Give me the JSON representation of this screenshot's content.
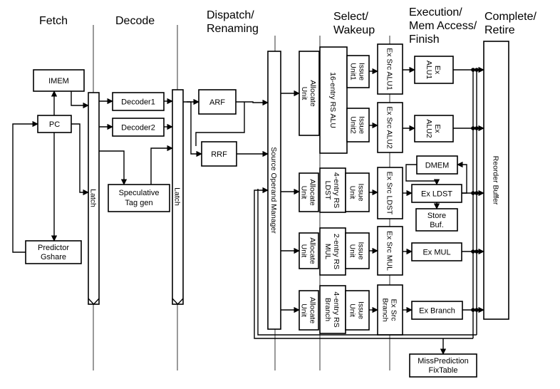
{
  "stages": {
    "fetch": [
      "Fetch"
    ],
    "decode": [
      "Decode"
    ],
    "dispatch": [
      "Dispatch/",
      "Renaming"
    ],
    "select": [
      "Select/",
      "Wakeup"
    ],
    "execution": [
      "Execution/",
      "Mem Access/",
      "Finish"
    ],
    "complete": [
      "Complete/",
      "Retire"
    ]
  },
  "blocks": {
    "imem": [
      "IMEM"
    ],
    "pc": [
      "PC"
    ],
    "predictor": [
      "Predictor",
      "Gshare"
    ],
    "latch1": [
      "Latch"
    ],
    "decoder1": [
      "Decoder1"
    ],
    "decoder2": [
      "Decoder2"
    ],
    "spec_tag": [
      "Speculative",
      "Tag gen"
    ],
    "latch2": [
      "Latch"
    ],
    "arf": [
      "ARF"
    ],
    "rrf": [
      "RRF"
    ],
    "source_operand_manager": [
      "Source Operand Manager"
    ],
    "alloc_alu": [
      "Allocate",
      "Unit"
    ],
    "rs_alu": [
      "16-entry RS ALU"
    ],
    "issue_unit1": [
      "Issue",
      "Unit1"
    ],
    "issue_unit2": [
      "Issue",
      "Unit2"
    ],
    "exsrc_alu1": [
      "Ex Src ALU1"
    ],
    "exsrc_alu2": [
      "Ex Src ALU2"
    ],
    "ex_alu1": [
      "Ex",
      "ALU1"
    ],
    "ex_alu2": [
      "Ex",
      "ALU2"
    ],
    "alloc_ldst": [
      "Allocate",
      "Unit"
    ],
    "rs_ldst": [
      "4-entry RS",
      "LDST"
    ],
    "issue_ldst": [
      "Issue",
      "Unit"
    ],
    "exsrc_ldst": [
      "Ex Src LDST"
    ],
    "dmem": [
      "DMEM"
    ],
    "ex_ldst": [
      "Ex LDST"
    ],
    "store_buf": [
      "Store",
      "Buf."
    ],
    "alloc_mul": [
      "Allocate",
      "Unit"
    ],
    "rs_mul": [
      "2-entry RS",
      "MUL"
    ],
    "issue_mul": [
      "Issue",
      "Unit"
    ],
    "exsrc_mul": [
      "Ex Src MUL"
    ],
    "ex_mul": [
      "Ex MUL"
    ],
    "alloc_br": [
      "Allocate",
      "Unit"
    ],
    "rs_br": [
      "4-entry RS",
      "Branch"
    ],
    "issue_br": [
      "Issue",
      "Unit"
    ],
    "exsrc_br": [
      "Ex Src",
      "Branch"
    ],
    "ex_branch": [
      "Ex  Branch"
    ],
    "reorder_buffer": [
      "Reorder Buffer"
    ],
    "mispred": [
      "MissPrediction",
      "FixTable"
    ]
  }
}
